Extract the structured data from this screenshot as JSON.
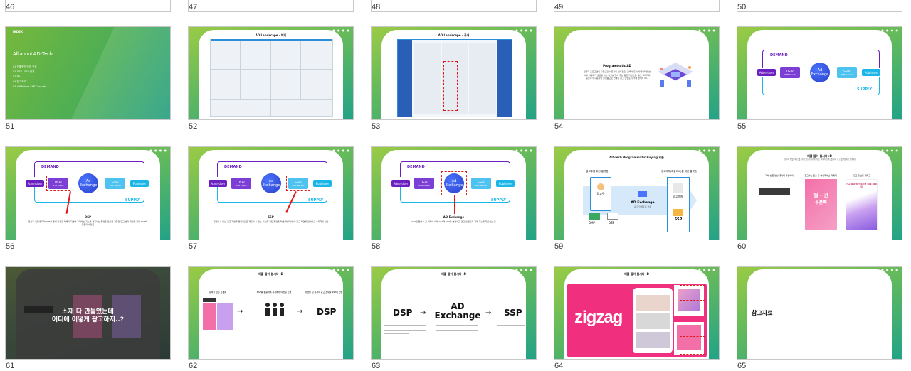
{
  "top_row_numbers": [
    "46",
    "47",
    "48",
    "49",
    "50"
  ],
  "slide_numbers": [
    "51",
    "52",
    "53",
    "54",
    "55",
    "56",
    "57",
    "58",
    "59",
    "60",
    "61",
    "62",
    "63",
    "64",
    "65"
  ],
  "s51": {
    "tag": "INDEX",
    "title": "All about AD-Tech",
    "items": [
      "01 전통적인 산업 구조",
      "02 DSP - SSP 관계",
      "03 예시",
      "04 참고자료",
      "05 AdMixture SSP Console"
    ]
  },
  "s52": {
    "title": "AD Landscape - 해외"
  },
  "s53": {
    "title": "AD Landscape - 국내"
  },
  "s54": {
    "title": "Programmatic AD",
    "body": "컴퓨터 프로그램이 자동으로 이용자의 검색경로, 검색어 등의 빅데이터를 분석해 이용자가 필요로 하는 광고를 찾아 주는 광고 기법으로, 광고 구매자와 공급자가 자동화된 플랫폼으로 연결된 광고 인벤토리 거래 방식이 하나"
  },
  "diagram": {
    "demand": "DEMAND",
    "supply": "SUPPLY",
    "advertiser": "Advertiser",
    "dsp": "DSPs",
    "rtb_client": "RTB Client",
    "ad_exchange_1": "Ad",
    "ad_exchange_2": "Exchange",
    "ssp": "SSPs",
    "rtb_server": "RTB Server",
    "publisher": "Publisher"
  },
  "s56": {
    "caption_title": "DSP",
    "caption": "광고주 니즈에 따라 RTB를 통해 적절한 매체의 지면을 구매하는 기능을 제공하는 플랫폼 광고에 가장한 광고 성과 확장을 위해 DMP와 연동되어 있음"
  },
  "s57": {
    "caption_title": "SSP",
    "caption": "판매할 수 있는 광고 지면을 통합적으로 제공할 수 있는 기능을 가진 플랫폼 매체(퍼블리셔)에 광고 지면을 판매하고 수익화를 담당"
  },
  "s58": {
    "caption_title": "AD Exchange",
    "caption": "SSP로 들어 5 그 거래에 의해 DSP와 SSP를 연결하고 광고 인벤토리 거래 기능을 제공하는 것"
  },
  "s59": {
    "title": "AD-Tech Programmatic Buying 흐름",
    "left_head": "광고주를 위한 플랫폼",
    "right_head": "광고매체(퍼블리셔)를 위한 플랫폼",
    "advertiser": "광고주",
    "dmp": "DMP",
    "dsp": "DSP",
    "adx": "AD Exchange",
    "adx_sub": "광고 인벤토리 거래",
    "media": "광고매체",
    "ssp": "SSP"
  },
  "s60": {
    "title": "예를 들어 봅시다 :D",
    "subtitle": "유아가 엔젤 서비스를 보내는 브랜드가 영향받는 미디어 브랜드를 거래 광고 플랫폼에서 진행해요",
    "col1": "자체 상품 영상 데이터 가장해외",
    "col2": "광고하는 진출 구 어필제아닌 자메지",
    "col3": "광고 홍보용 제작고",
    "coupon_1": "월 - 관",
    "coupon_2": "쿠폰팩",
    "card_text": "신규 회원 월간 쿠폰팩 100,000원"
  },
  "s61": {
    "overlay_line1": "소재 다 만들었는데",
    "overlay_line2": "어디에 어떻게 광고하지..?"
  },
  "s62": {
    "title": "예를 들어 봅시다 :D",
    "col1": "유아가 만든 소재를",
    "col2": "DSP를 활용하여 유저에게 타겟팅 진행",
    "col3": "타겟팅 된 유저의 광고 소재를 SSP에 전달",
    "dsp": "DSP",
    "arrow": "→"
  },
  "s63": {
    "title": "예를 들어 봅시다 :D",
    "dsp": "DSP",
    "adx_1": "AD",
    "adx_2": "Exchange",
    "ssp": "SSP",
    "arrow": "→"
  },
  "s64": {
    "title": "예를 들어 봅시다 :D",
    "brand": "zigzag"
  },
  "s65": {
    "title": "참고자료"
  },
  "colors": {
    "gradient_green": "#9acb45",
    "gradient_teal": "#22a387",
    "demand_purple": "#6a1fc0",
    "supply_cyan": "#1ab6e8",
    "exchange_blue": "#2a3fc8",
    "highlight_red": "#e01818",
    "zigzag_pink": "#f0307f"
  }
}
